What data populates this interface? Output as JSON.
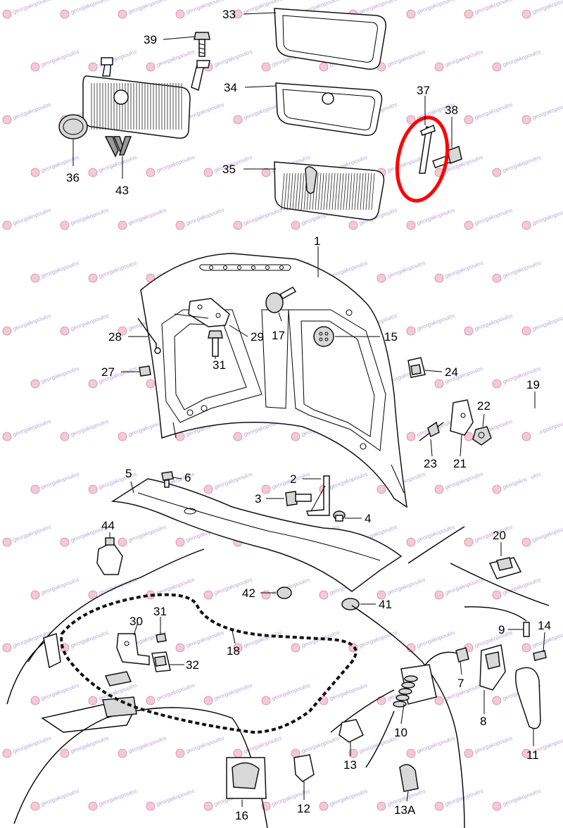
{
  "watermark": {
    "text": "georgakopoulos"
  },
  "highlight": {
    "color": "#ff0000",
    "part": "37"
  },
  "labels": [
    {
      "id": "33",
      "text": "33"
    },
    {
      "id": "39",
      "text": "39"
    },
    {
      "id": "34",
      "text": "34"
    },
    {
      "id": "37",
      "text": "37"
    },
    {
      "id": "38",
      "text": "38"
    },
    {
      "id": "36",
      "text": "36"
    },
    {
      "id": "43",
      "text": "43"
    },
    {
      "id": "35",
      "text": "35"
    },
    {
      "id": "1",
      "text": "1"
    },
    {
      "id": "28",
      "text": "28"
    },
    {
      "id": "29",
      "text": "29"
    },
    {
      "id": "17",
      "text": "17"
    },
    {
      "id": "15",
      "text": "15"
    },
    {
      "id": "31a",
      "text": "31"
    },
    {
      "id": "27",
      "text": "27"
    },
    {
      "id": "24",
      "text": "24"
    },
    {
      "id": "19",
      "text": "19"
    },
    {
      "id": "22",
      "text": "22"
    },
    {
      "id": "23",
      "text": "23"
    },
    {
      "id": "21",
      "text": "21"
    },
    {
      "id": "5",
      "text": "5"
    },
    {
      "id": "6",
      "text": "6"
    },
    {
      "id": "2",
      "text": "2"
    },
    {
      "id": "3",
      "text": "3"
    },
    {
      "id": "4",
      "text": "4"
    },
    {
      "id": "44",
      "text": "44"
    },
    {
      "id": "20",
      "text": "20"
    },
    {
      "id": "42",
      "text": "42"
    },
    {
      "id": "41",
      "text": "41"
    },
    {
      "id": "31b",
      "text": "31"
    },
    {
      "id": "30",
      "text": "30"
    },
    {
      "id": "9",
      "text": "9"
    },
    {
      "id": "14",
      "text": "14"
    },
    {
      "id": "18",
      "text": "18"
    },
    {
      "id": "32",
      "text": "32"
    },
    {
      "id": "7",
      "text": "7"
    },
    {
      "id": "8",
      "text": "8"
    },
    {
      "id": "10",
      "text": "10"
    },
    {
      "id": "11",
      "text": "11"
    },
    {
      "id": "13",
      "text": "13"
    },
    {
      "id": "12",
      "text": "12"
    },
    {
      "id": "16",
      "text": "16"
    },
    {
      "id": "13A",
      "text": "13A"
    }
  ]
}
